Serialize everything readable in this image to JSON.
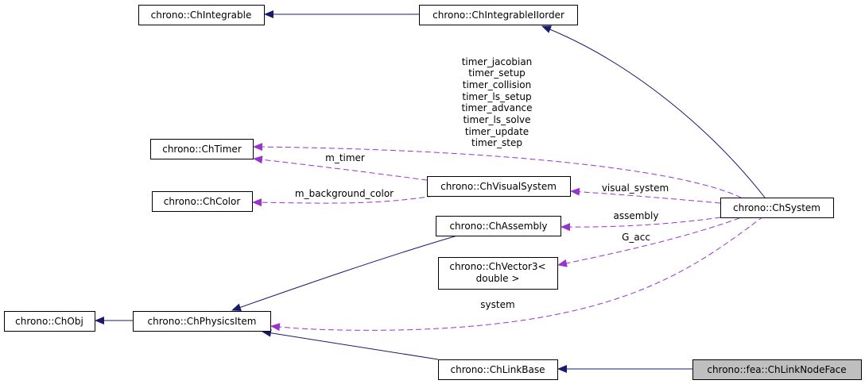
{
  "colors": {
    "inheritance_edge": "#191970",
    "usage_edge": "#9a32cd",
    "focus_node_fill": "#bfbfbf"
  },
  "nodes": {
    "integrable": "chrono::ChIntegrable",
    "integrable_iiorder": "chrono::ChIntegrableIIorder",
    "timer": "chrono::ChTimer",
    "color": "chrono::ChColor",
    "visual_system": "chrono::ChVisualSystem",
    "assembly": "chrono::ChAssembly",
    "vector3_line1": "chrono::ChVector3<",
    "vector3_line2": "double >",
    "system": "chrono::ChSystem",
    "obj": "chrono::ChObj",
    "physics_item": "chrono::ChPhysicsItem",
    "link_base": "chrono::ChLinkBase",
    "link_node_face": "chrono::fea::ChLinkNodeFace"
  },
  "edge_labels": {
    "timers": [
      "timer_jacobian",
      "timer_setup",
      "timer_collision",
      "timer_ls_setup",
      "timer_advance",
      "timer_ls_solve",
      "timer_update",
      "timer_step"
    ],
    "m_timer": "m_timer",
    "m_background_color": "m_background_color",
    "visual_system": "visual_system",
    "assembly": "assembly",
    "g_acc": "G_acc",
    "system": "system"
  }
}
